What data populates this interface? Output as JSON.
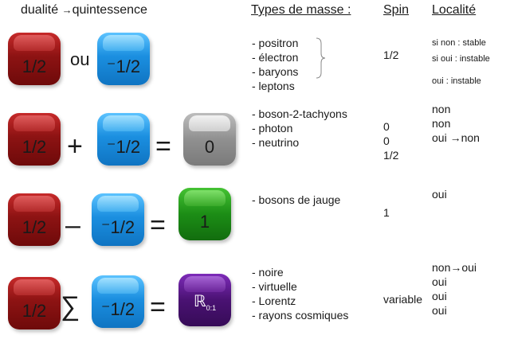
{
  "header": {
    "title_left": "dualité",
    "arrow": "→",
    "title_right": "quintessence",
    "col_types": "Types de masse :",
    "col_spin": "Spin",
    "col_local": "Localité"
  },
  "cube_labels": {
    "half": "1/2",
    "minus_half": "⁻1/2",
    "zero": "0",
    "one": "1",
    "real": "ℝ",
    "real_sub": "0:1"
  },
  "operators": {
    "or": "ou",
    "plus": "+",
    "equals": "=",
    "minus": "–",
    "sum": "∑"
  },
  "rows": [
    {
      "types": [
        "- positron",
        "- électron",
        "- baryons",
        "- leptons"
      ],
      "spin": [
        "1/2"
      ],
      "locality": [
        "si non : stable",
        "si oui : instable",
        "oui : instable"
      ]
    },
    {
      "types": [
        "- boson-2-tachyons",
        "- photon",
        "- neutrino"
      ],
      "spin": [
        "0",
        "0",
        "1/2"
      ],
      "locality": [
        "non",
        "non",
        "oui →non"
      ]
    },
    {
      "types": [
        "- bosons de jauge"
      ],
      "spin": [
        "1"
      ],
      "locality": [
        "oui"
      ]
    },
    {
      "types": [
        "- noire",
        "- virtuelle",
        "- Lorentz",
        "- rayons cosmiques"
      ],
      "spin": [
        "variable"
      ],
      "locality": [
        "non→oui",
        "oui",
        "oui",
        "oui"
      ]
    }
  ],
  "colors": {
    "red": "#8d1313",
    "blue": "#1b8fe0",
    "grey": "#909090",
    "green": "#1c8d16",
    "purple": "#4a1273"
  }
}
